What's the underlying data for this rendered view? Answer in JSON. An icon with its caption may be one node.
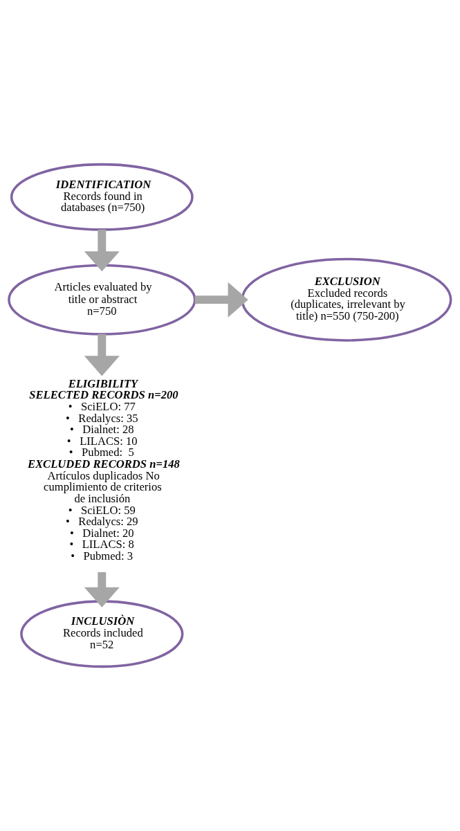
{
  "diagram": {
    "nodes": [
      {
        "text": [
          "IDENTIFICATION",
          "Records found in databases (n=750)"
        ]
      },
      {
        "text": [
          "Articles evaluated by title or abstract n=750"
        ]
      },
      {
        "text": [
          "EXCLUSION",
          "Excluded records (duplicates, irrelevant by title) n=550 (750-200)"
        ]
      },
      {
        "text": [
          "ELIGIBILITY",
          "SELECTED RECORDS n=200",
          "•   SciELO: 77",
          "•   Redalycs: 35",
          "•   Dialnet: 28",
          "•   LILACS: 10",
          "•   Pubmed:  5",
          "EXCLUDED RECORDS n=148",
          "Artículos duplicados No cumplimiento de criterios de inclusión",
          "•   SciELO: 59",
          "•   Redalycs: 29",
          "•   Dialnet: 20",
          "•   LILACS: 8",
          "•   Pubmed: 3"
        ]
      },
      {
        "text": [
          "INCLUSIÒN",
          "Records included n=52"
        ]
      }
    ],
    "edges": [
      {
        "from": 0,
        "to": 1,
        "arrow": "to"
      },
      {
        "from": 1,
        "to": 2,
        "arrow": "to"
      },
      {
        "from": 1,
        "to": 3,
        "arrow": "to"
      },
      {
        "from": 3,
        "to": 4,
        "arrow": "to"
      }
    ]
  }
}
